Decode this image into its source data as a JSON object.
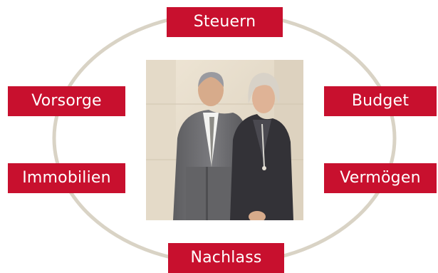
{
  "labels": {
    "top": "Steuern",
    "left_upper": "Vorsorge",
    "right_upper": "Budget",
    "left_lower": "Immobilien",
    "right_lower": "Vermögen",
    "bottom": "Nachlass"
  },
  "photo": {
    "subject": "couple-portrait"
  },
  "colors": {
    "label_background": "#c8102e",
    "label_text": "#ffffff",
    "ring": "#d9d3c5"
  }
}
